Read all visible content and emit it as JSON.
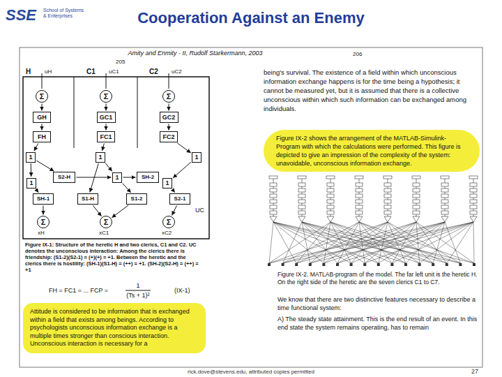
{
  "diagram": {
    "title": "Cooperation Against an Enemy",
    "nodes": [
      {
        "text": [
          "Σ"
        ]
      },
      {
        "text": [
          "Σ"
        ]
      },
      {
        "text": [
          "Σ"
        ]
      },
      {
        "text": [
          "GH"
        ]
      },
      {
        "text": [
          "GC1"
        ]
      },
      {
        "text": [
          "GC2"
        ]
      },
      {
        "text": [
          "FH"
        ]
      },
      {
        "text": [
          "FC1"
        ]
      },
      {
        "text": [
          "FC2"
        ]
      },
      {
        "text": [
          "1"
        ]
      },
      {
        "text": [
          "1"
        ]
      },
      {
        "text": [
          "1"
        ]
      },
      {
        "text": [
          "S2-H"
        ]
      },
      {
        "text": [
          "1"
        ]
      },
      {
        "text": [
          "SH-2"
        ]
      },
      {
        "text": [
          "1"
        ]
      },
      {
        "text": [
          "1"
        ]
      },
      {
        "text": [
          "SH-1"
        ]
      },
      {
        "text": [
          "S1-H"
        ]
      },
      {
        "text": [
          "S1-2"
        ]
      },
      {
        "text": [
          "S2-1"
        ]
      },
      {
        "text": [
          "Σ"
        ]
      },
      {
        "text": [
          "Σ"
        ]
      },
      {
        "text": [
          "Σ"
        ]
      },
      {
        "text": [
          "Attitude is considered to be information that is exchanged within a field that exists among beings. According to psychologists unconscious information exchange is a multiple times stronger than conscious interaction. Unconscious interaction is necessary for a"
        ]
      },
      {
        "text": [
          "Figure IX-2 shows the arrangement of the MATLAB-Simulink-Program with which the calculations were performed. This figure is depicted to give an impression of the complexity of the system: unavoidable, unconscious information exchange."
        ]
      }
    ],
    "edges": [
      {
        "from": 0,
        "to": 3,
        "arrow": "to"
      },
      {
        "from": 3,
        "to": 6,
        "arrow": "to"
      },
      {
        "from": 1,
        "to": 4,
        "arrow": "to"
      },
      {
        "from": 4,
        "to": 7,
        "arrow": "to"
      },
      {
        "from": 2,
        "to": 5,
        "arrow": "to"
      },
      {
        "from": 5,
        "to": 8,
        "arrow": "to"
      },
      {
        "from": 6,
        "to": 9,
        "arrow": "to"
      },
      {
        "from": 7,
        "to": 10,
        "arrow": "to"
      },
      {
        "from": 8,
        "to": 11,
        "arrow": "to"
      },
      {
        "from": 9,
        "to": 15,
        "arrow": "to"
      },
      {
        "from": 9,
        "to": 12,
        "arrow": "to"
      },
      {
        "from": 15,
        "to": 17,
        "arrow": "to"
      },
      {
        "from": 10,
        "to": 18,
        "arrow": "to"
      },
      {
        "from": 10,
        "to": 13,
        "arrow": "to"
      },
      {
        "from": 12,
        "to": 13,
        "arrow": "to"
      },
      {
        "from": 13,
        "to": 14,
        "arrow": "to"
      },
      {
        "from": 13,
        "to": 19,
        "arrow": "to"
      },
      {
        "from": 11,
        "to": 16,
        "arrow": "to"
      },
      {
        "from": 16,
        "to": 20,
        "arrow": "to"
      },
      {
        "from": 17,
        "to": 21,
        "arrow": "to"
      },
      {
        "from": 18,
        "to": 22,
        "arrow": "to"
      },
      {
        "from": 19,
        "to": 22,
        "arrow": "to"
      },
      {
        "from": 20,
        "to": 23,
        "arrow": "to"
      }
    ],
    "labels": [
      "SSE",
      "School of Systems & Enterprises",
      "Amity and Enmity - II, Rudolf Starkermann, 2003",
      "205",
      "206",
      "H",
      "uH",
      "C1",
      "uC1",
      "C2",
      "uC2",
      "UC",
      "xH",
      "xC1",
      "xC2",
      "Figure IX-1: Structure of the heretic H and two clerics, C1 and C2. UC denotes the unconscious interaction: Among the clerics there is friendship: (S1-2)(S2-1) = (+)(+) = +1. Between the heretic and the clerics there is hostility: (SH-1)(S1-H) = (++) = +1. (SH-2)(S2-H) = (++) = +1",
      "FH = FC1 = ... FCP =",
      "1",
      "(Ts + 1)²",
      "(IX-1)",
      "being's survival. The existence of a field within which unconscious information exchange happens is for the time being a hypothesis; it cannot be measured yet, but it is assumed that there is a collective unconscious within which such information can be exchanged among individuals.",
      "Figure IX-2. MATLAB-program of the model. The far left unit is the heretic H. On the right side of the heretic are the seven clerics C1 to C7.",
      "We know that there are two distinctive features necessary to describe a time functional system:",
      "A) The steady state attainment. This is the end result of an event. In this end state the system remains operating, has to remain",
      "rick.dove@stevens.edu, attributed copies permitted",
      "27"
    ]
  }
}
